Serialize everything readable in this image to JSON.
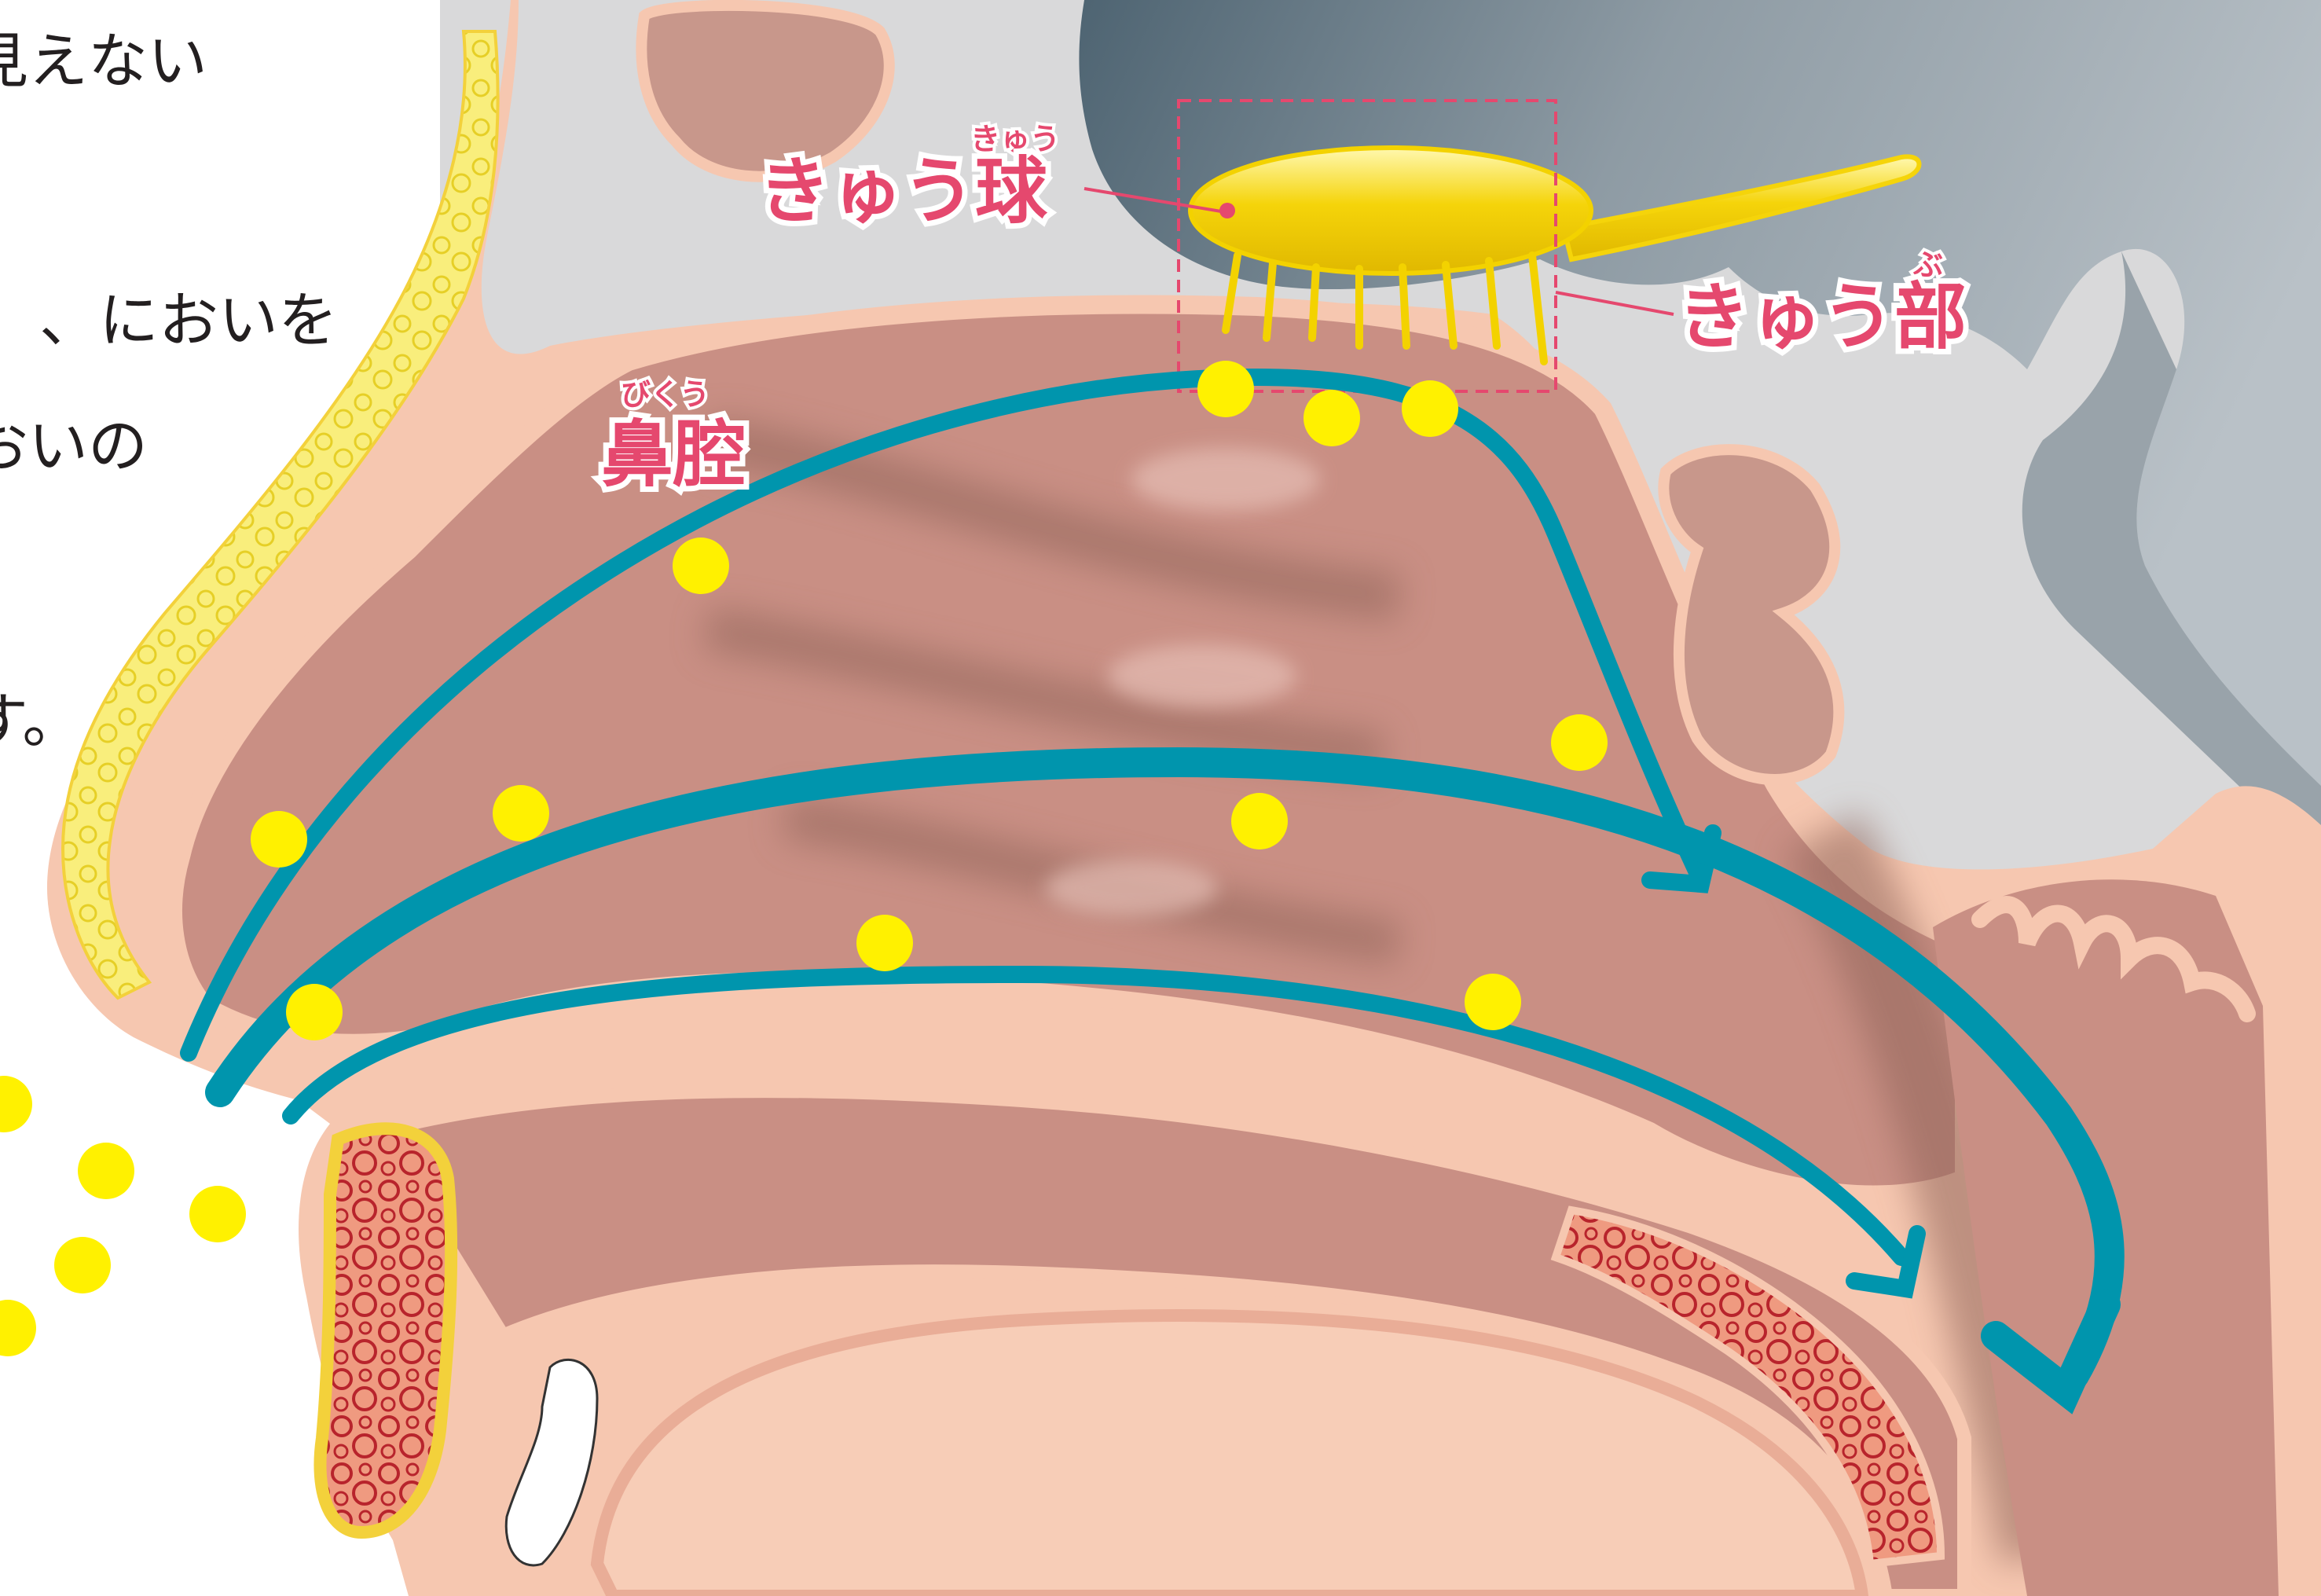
{
  "side_text": [
    "見えない",
    "、においを",
    "おいの",
    "す。"
  ],
  "labels": {
    "olfactory_bulb": {
      "text": "きゅう球",
      "ruby": "きゅう"
    },
    "olfactory_area": {
      "text": "きゅう部",
      "ruby": "ぶ"
    },
    "nasal_cavity": {
      "text": "鼻腔",
      "ruby": "びくう"
    }
  },
  "colors": {
    "background": "#ffffff",
    "skin": "#f6c7b0",
    "cavity": "#c98f84",
    "brain": "#c3c9ce",
    "brain_dark": "#4e6472",
    "airflow": "#0095ad",
    "odor_particle": "#fff100",
    "olfactory_bulb": "#f3d200",
    "label": "#e5486e",
    "fat_yellow": "#f9ee7c",
    "tissue_red": "#ef9a80"
  }
}
